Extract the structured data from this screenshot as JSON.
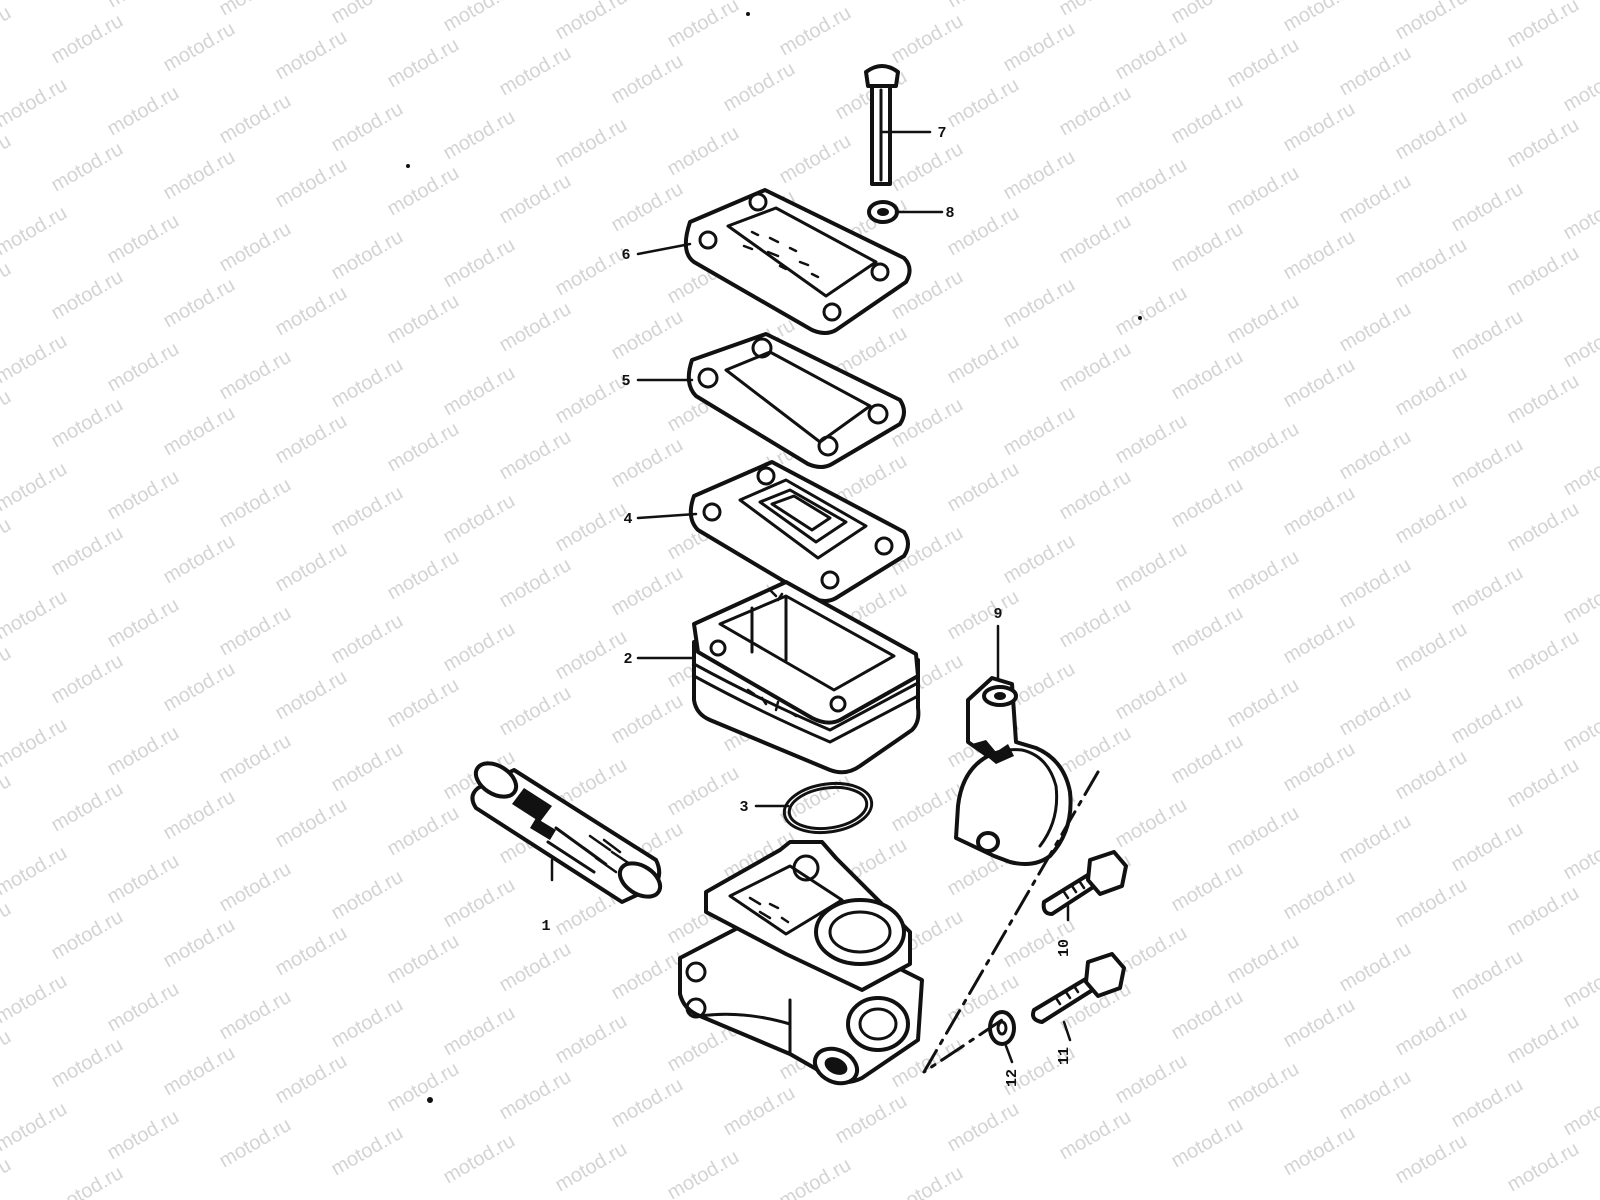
{
  "watermark": "motod.ru",
  "colors": {
    "ink": "#111111",
    "background": "#ffffff",
    "watermark": "#d4d4d4"
  },
  "callouts": [
    "1",
    "2",
    "3",
    "4",
    "5",
    "6",
    "7",
    "8",
    "9",
    "10",
    "11",
    "12"
  ]
}
